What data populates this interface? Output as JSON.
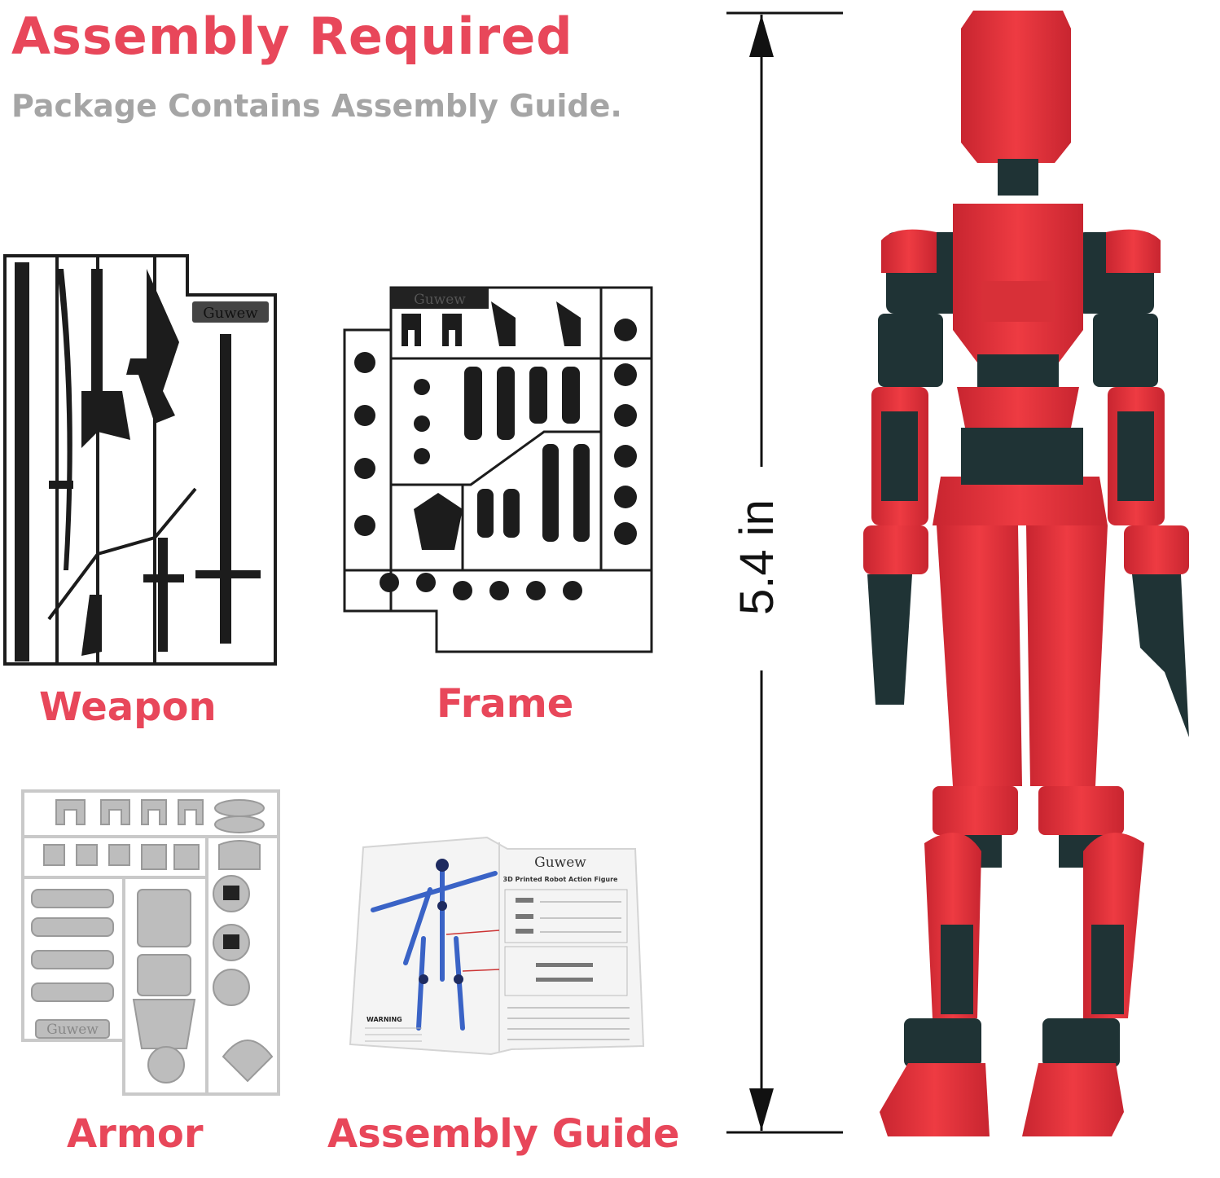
{
  "header": {
    "title": "Assembly Required",
    "subtitle": "Package Contains Assembly Guide."
  },
  "parts": [
    {
      "id": "weapon",
      "label": "Weapon"
    },
    {
      "id": "frame",
      "label": "Frame"
    },
    {
      "id": "armor",
      "label": "Armor"
    },
    {
      "id": "guide",
      "label": "Assembly Guide"
    }
  ],
  "kit_branding": "Guwew",
  "guide_sheet": {
    "brand": "Guwew",
    "title": "3D Printed Robot Action Figure",
    "warning": "WARNING"
  },
  "dimension": {
    "height_label": "5.4 in"
  },
  "colors": {
    "accent": "#e8475a",
    "subtitle": "#a5a5a5",
    "figure_red": "#e8333a",
    "figure_dark": "#1f3335",
    "sprue_black": "#1c1c1c",
    "sprue_silver": "#c9c9c9",
    "guide_blue": "#3a63c6"
  }
}
